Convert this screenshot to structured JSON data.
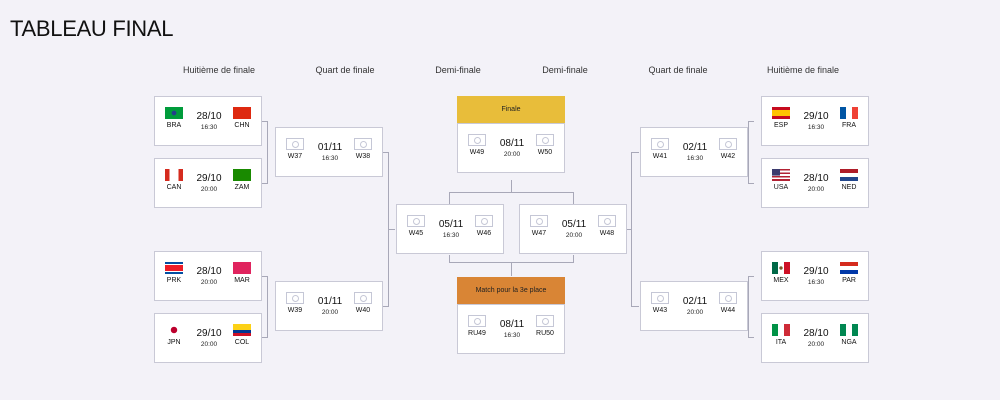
{
  "page_title": "TABLEAU FINAL",
  "columns": [
    "Huitième de finale",
    "Quart de finale",
    "Demi-finale",
    "Demi-finale",
    "Quart de finale",
    "Huitième de finale"
  ],
  "colors": {
    "finale_header": "#e8bd3a",
    "third_header": "#d98535",
    "card_border": "#c9c9d6",
    "background": "#f3f2f8"
  },
  "matches": [
    {
      "date": "28/10",
      "time": "16:30",
      "left": {
        "code": "BRA",
        "flag": "bra"
      },
      "right": {
        "code": "CHN",
        "flag": "chn"
      }
    },
    {
      "date": "29/10",
      "time": "20:00",
      "left": {
        "code": "CAN",
        "flag": "can"
      },
      "right": {
        "code": "ZAM",
        "flag": "zam"
      }
    },
    {
      "date": "28/10",
      "time": "20:00",
      "left": {
        "code": "PRK",
        "flag": "prk"
      },
      "right": {
        "code": "MAR",
        "flag": "mar"
      }
    },
    {
      "date": "29/10",
      "time": "20:00",
      "left": {
        "code": "JPN",
        "flag": "jpn"
      },
      "right": {
        "code": "COL",
        "flag": "col"
      }
    },
    {
      "date": "01/11",
      "time": "16:30",
      "left": {
        "code": "W37",
        "flag": "winner"
      },
      "right": {
        "code": "W38",
        "flag": "winner"
      }
    },
    {
      "date": "01/11",
      "time": "20:00",
      "left": {
        "code": "W39",
        "flag": "winner"
      },
      "right": {
        "code": "W40",
        "flag": "winner"
      }
    },
    {
      "date": "05/11",
      "time": "16:30",
      "left": {
        "code": "W45",
        "flag": "winner"
      },
      "right": {
        "code": "W46",
        "flag": "winner"
      }
    },
    {
      "date": "08/11",
      "time": "20:00",
      "left": {
        "code": "W49",
        "flag": "winner"
      },
      "right": {
        "code": "W50",
        "flag": "winner"
      }
    },
    {
      "date": "08/11",
      "time": "16:30",
      "left": {
        "code": "RU49",
        "flag": "winner"
      },
      "right": {
        "code": "RU50",
        "flag": "winner"
      }
    },
    {
      "date": "05/11",
      "time": "20:00",
      "left": {
        "code": "W47",
        "flag": "winner"
      },
      "right": {
        "code": "W48",
        "flag": "winner"
      }
    },
    {
      "date": "02/11",
      "time": "16:30",
      "left": {
        "code": "W41",
        "flag": "winner"
      },
      "right": {
        "code": "W42",
        "flag": "winner"
      }
    },
    {
      "date": "02/11",
      "time": "20:00",
      "left": {
        "code": "W43",
        "flag": "winner"
      },
      "right": {
        "code": "W44",
        "flag": "winner"
      }
    },
    {
      "date": "29/10",
      "time": "16:30",
      "left": {
        "code": "ESP",
        "flag": "esp"
      },
      "right": {
        "code": "FRA",
        "flag": "fra"
      }
    },
    {
      "date": "28/10",
      "time": "20:00",
      "left": {
        "code": "USA",
        "flag": "usa"
      },
      "right": {
        "code": "NED",
        "flag": "ned"
      }
    },
    {
      "date": "29/10",
      "time": "16:30",
      "left": {
        "code": "MEX",
        "flag": "mex"
      },
      "right": {
        "code": "PAR",
        "flag": "par"
      }
    },
    {
      "date": "28/10",
      "time": "20:00",
      "left": {
        "code": "ITA",
        "flag": "ita"
      },
      "right": {
        "code": "NGA",
        "flag": "nga"
      }
    }
  ],
  "finale": {
    "label": "Finale"
  },
  "third_place": {
    "label": "Match pour la 3e place"
  }
}
